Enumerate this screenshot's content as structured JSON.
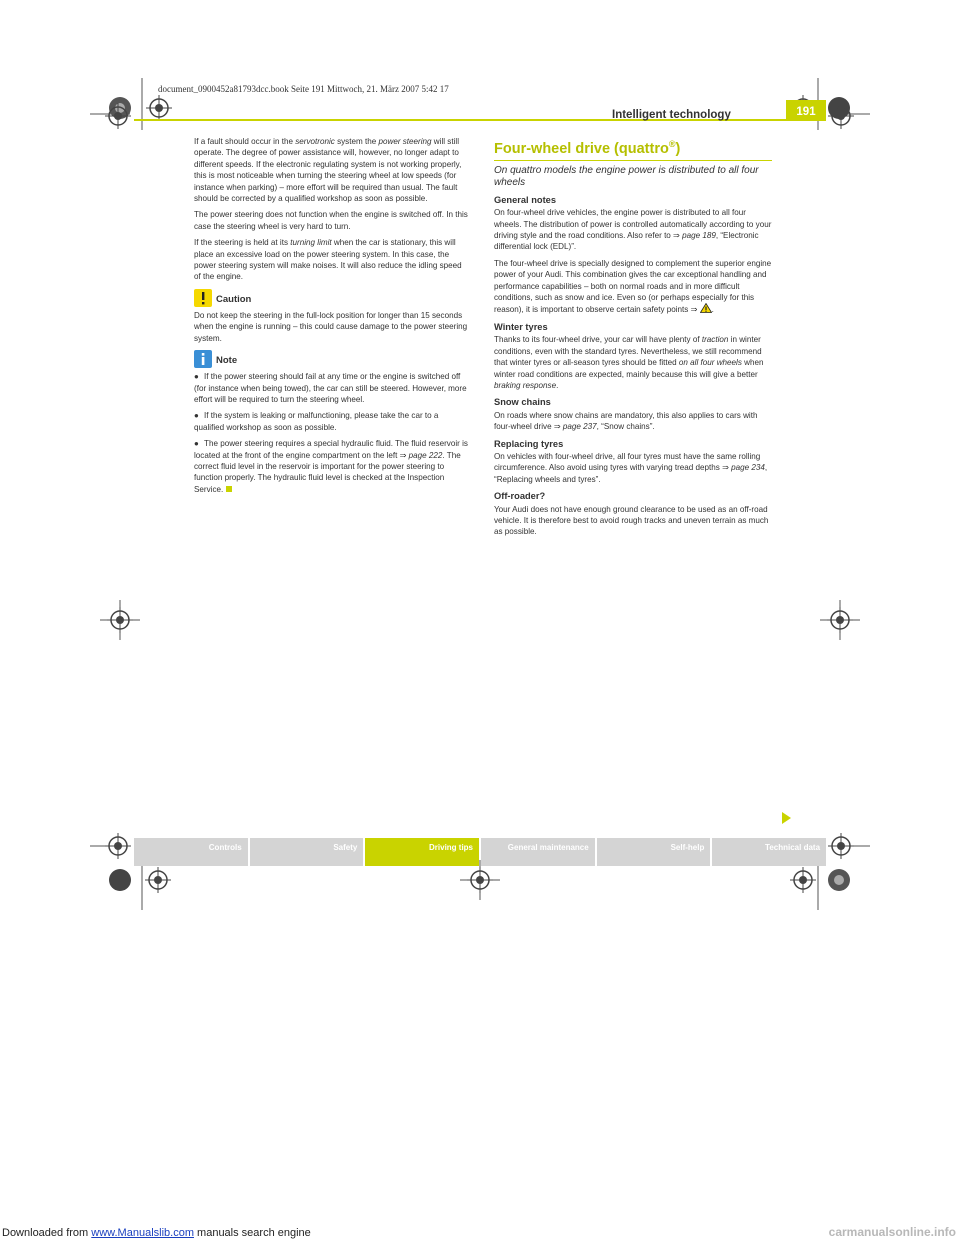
{
  "file_info": "document_0900452a81793dcc.book  Seite 191  Mittwoch, 21. März 2007  5:42 17",
  "header": {
    "title": "Intelligent technology",
    "page": "191"
  },
  "left": {
    "p1_a": "If a fault should occur in the ",
    "p1_i1": "servotronic",
    "p1_b": " system the ",
    "p1_i2": "power steering",
    "p1_c": " will still operate. The degree of power assistance will, however, no longer adapt to different speeds. If the electronic regulating system is not working properly, this is most noticeable when turning the steering wheel at low speeds (for instance when parking) – more effort will be required than usual. The fault should be corrected by a qualified workshop as soon as possible.",
    "p2": "The power steering does not function when the engine is switched off. In this case the steering wheel is very hard to turn.",
    "p3_a": "If the steering is held at its ",
    "p3_i": "turning limit",
    "p3_b": " when the car is stationary, this will place an excessive load on the power steering system. In this case, the power steering system will make noises. It will also reduce the idling speed of the engine.",
    "caution_label": "Caution",
    "caution_text": "Do not keep the steering in the full-lock position for longer than 15 seconds when the engine is running – this could cause damage to the power steering system.",
    "note_label": "Note",
    "note1": "If the power steering should fail at any time or the engine is switched off (for instance when being towed), the car can still be steered. However, more effort will be required to turn the steering wheel.",
    "note2": "If the system is leaking or malfunctioning, please take the car to a qualified workshop as soon as possible.",
    "note3_a": "The power steering requires a special hydraulic fluid. The fluid reservoir is located at the front of the engine compartment on the left ⇒ ",
    "note3_i": "page 222",
    "note3_b": ". The correct fluid level in the reservoir is important for the power steering to function properly. The hydraulic fluid level is checked at the Inspection Service."
  },
  "right": {
    "heading": "Four-wheel drive (quattro",
    "heading_reg": "®",
    "heading_close": ")",
    "subheading": "On quattro models the engine power is distributed to all four wheels",
    "general_h": "General notes",
    "general_p1_a": "On four-wheel drive vehicles, the engine power is distributed to all four wheels. The distribution of power is controlled automatically according to your driving style and the road conditions. Also refer to ⇒ ",
    "general_p1_i": "page 189",
    "general_p1_b": ", “Electronic differential lock (EDL)”.",
    "general_p2": "The four-wheel drive is specially designed to complement the superior engine power of your Audi. This combination gives the car exceptional handling and performance capabilities – both on normal roads and in more difficult conditions, such as snow and ice. Even so (or perhaps especially for this reason), it is important to observe certain safety points ⇒ ",
    "winter_h": "Winter tyres",
    "winter_a": "Thanks to its four-wheel drive, your car will have plenty of ",
    "winter_i1": "traction",
    "winter_b": " in winter conditions, even with the standard tyres. Nevertheless, we still recommend that winter tyres or all-season tyres should be fitted ",
    "winter_i2": "on all four wheels",
    "winter_c": " when winter road conditions are expected, mainly because this will give a better ",
    "winter_i3": "braking response",
    "winter_d": ".",
    "snow_h": "Snow chains",
    "snow_a": "On roads where snow chains are mandatory, this also applies to cars with four-wheel drive ⇒ ",
    "snow_i": "page 237",
    "snow_b": ", “Snow chains”.",
    "replacing_h": "Replacing tyres",
    "replacing_a": "On vehicles with four-wheel drive, all four tyres must have the same rolling circumference. Also avoid using tyres with varying tread depths ⇒ ",
    "replacing_i": "page 234",
    "replacing_b": ", “Replacing wheels and tyres”.",
    "offroad_h": "Off-roader?",
    "offroad_p": "Your Audi does not have enough ground clearance to be used as an off-road vehicle. It is therefore best to avoid rough tracks and uneven terrain as much as possible."
  },
  "tabs": [
    "Controls",
    "Safety",
    "Driving tips",
    "General maintenance",
    "Self-help",
    "Technical data"
  ],
  "active_tab": "Driving tips",
  "footer": {
    "downloaded": "Downloaded from ",
    "link": "www.Manualslib.com",
    "suffix": " manuals search engine",
    "watermark": "carmanualsonline.info"
  },
  "colors": {
    "accent": "#c9d300",
    "tab_inactive": "#d4d4d4",
    "warning": "#f5d800",
    "note_blue": "#3a8fd6"
  }
}
